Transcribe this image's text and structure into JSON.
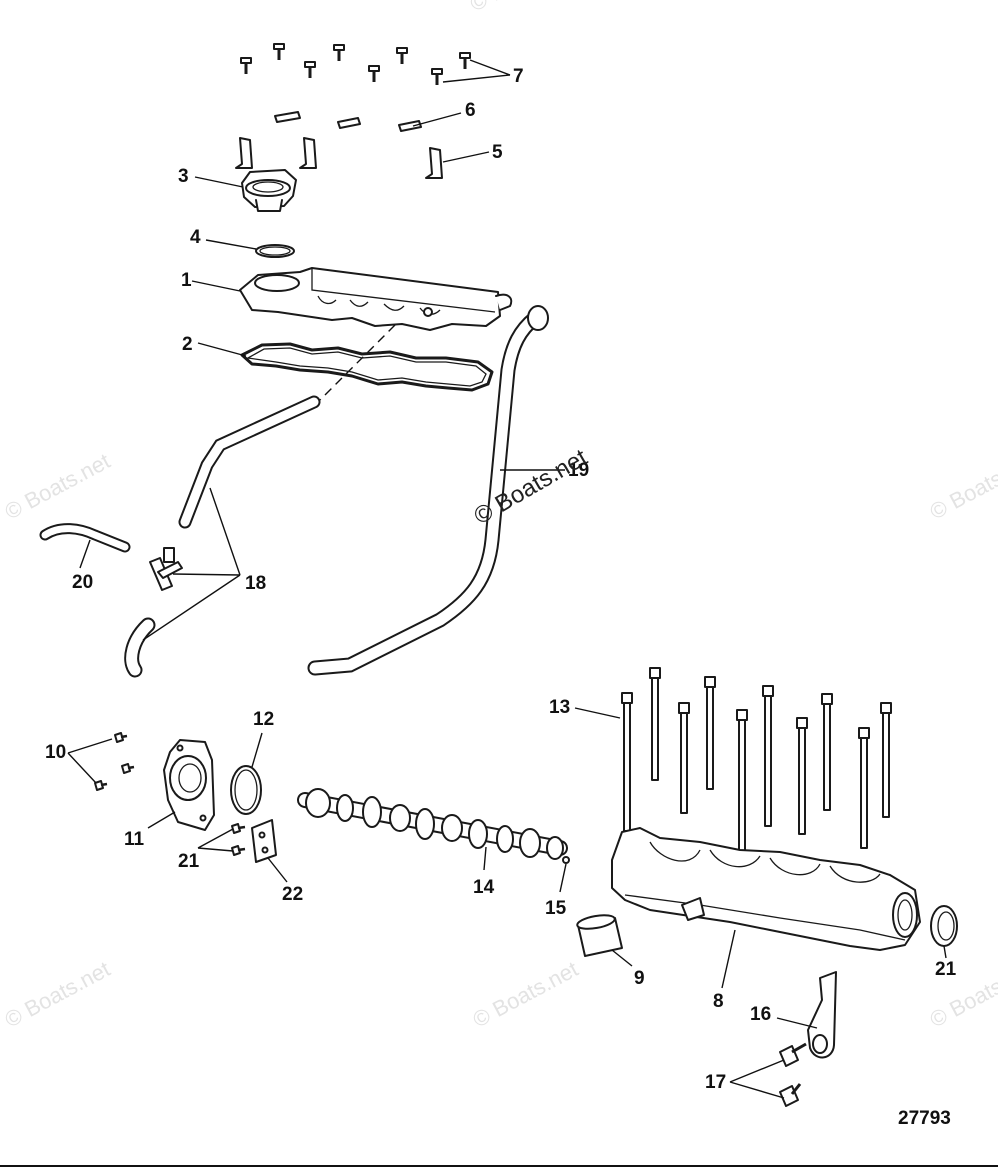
{
  "diagram": {
    "figure_number": "27793",
    "watermarks": [
      "© Boats.net",
      "© Boats.net",
      "© Boats.net",
      "© Boats.net",
      "© Boats.net",
      "© Boats.net"
    ],
    "center_watermark": "© Boats.net",
    "callouts": {
      "c1": "1",
      "c2": "2",
      "c3": "3",
      "c4": "4",
      "c5": "5",
      "c6": "6",
      "c7": "7",
      "c8": "8",
      "c9": "9",
      "c10": "10",
      "c11": "11",
      "c12": "12",
      "c13": "13",
      "c14": "14",
      "c15": "15",
      "c16": "16",
      "c17": "17",
      "c18": "18",
      "c19": "19",
      "c20": "20",
      "c21a": "21",
      "c21b": "21",
      "c22": "22"
    }
  }
}
